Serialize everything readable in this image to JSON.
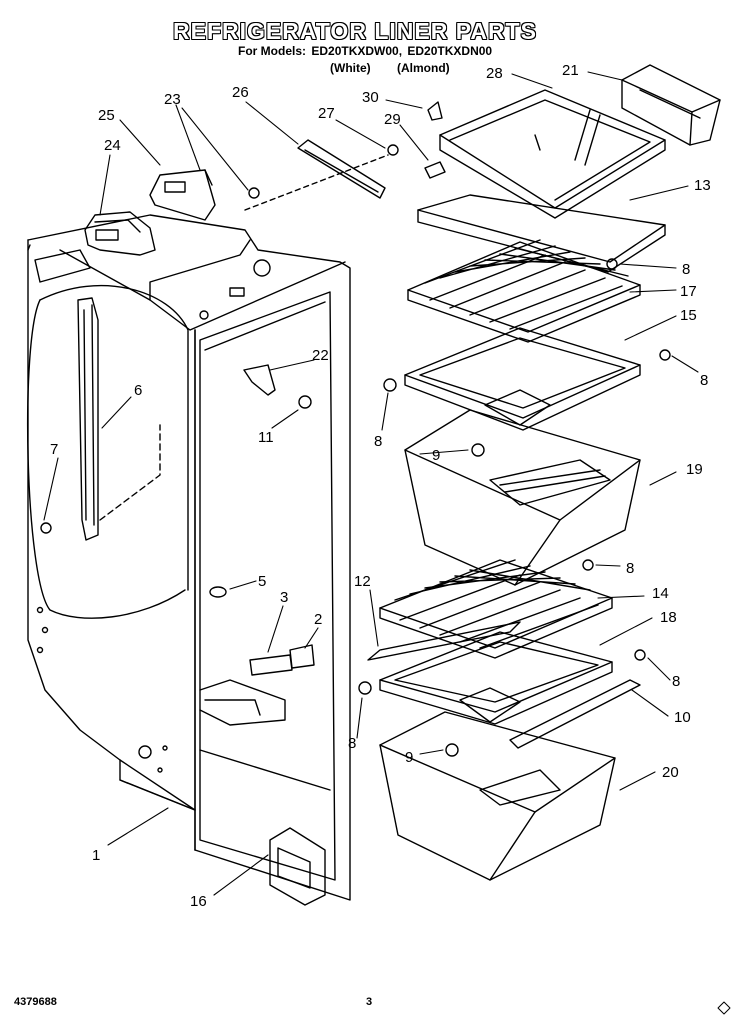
{
  "header": {
    "title": "REFRIGERATOR LINER PARTS",
    "models_label": "For Models:",
    "model_1": "ED20TKXDW00,",
    "model_2": "ED20TKXDN00",
    "color_1": "(White)",
    "color_2": "(Almond)"
  },
  "footer": {
    "doc_number": "4379688",
    "page": "3"
  },
  "callouts": [
    "1",
    "2",
    "3",
    "5",
    "6",
    "7",
    "8",
    "8",
    "8",
    "8",
    "8",
    "8",
    "9",
    "9",
    "10",
    "11",
    "12",
    "13",
    "14",
    "15",
    "16",
    "17",
    "18",
    "19",
    "20",
    "21",
    "22",
    "23",
    "24",
    "25",
    "26",
    "27",
    "28",
    "29",
    "30"
  ]
}
